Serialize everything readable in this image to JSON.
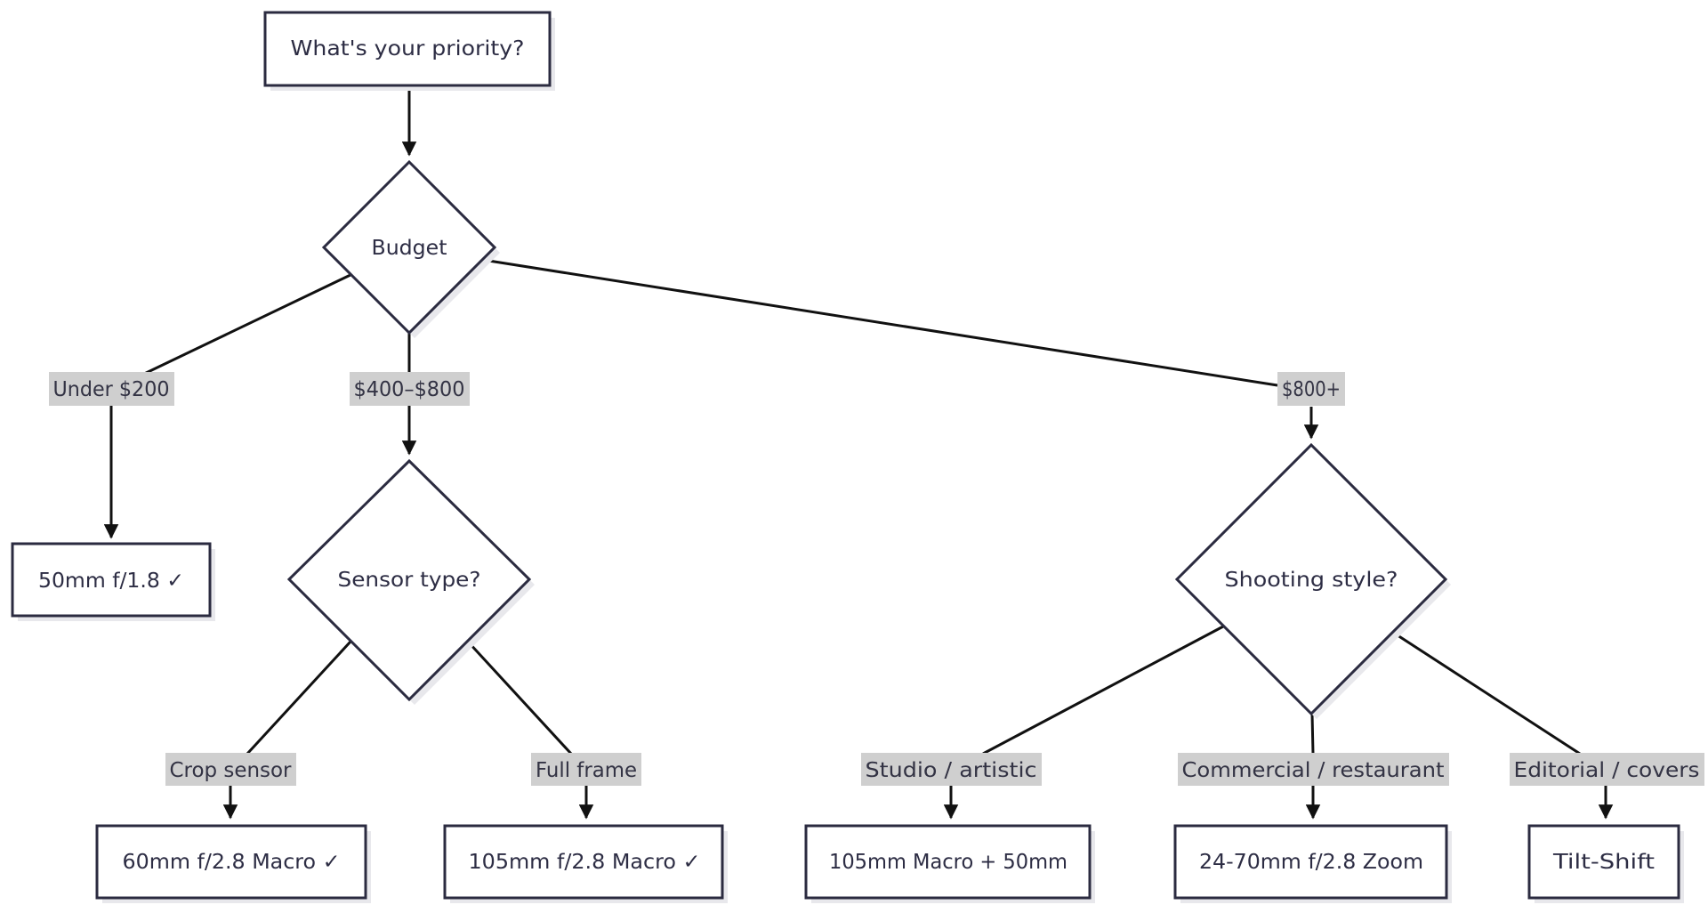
{
  "nodes": {
    "priority": "What's your priority?",
    "budget": "Budget",
    "sensor": "Sensor type?",
    "shooting": "Shooting style?",
    "lens_50": "50mm f/1.8 ✓",
    "lens_60": "60mm f/2.8 Macro ✓",
    "lens_105": "105mm f/2.8 Macro ✓",
    "lens_studio": "105mm Macro + 50mm",
    "lens_zoom": "24-70mm f/2.8 Zoom",
    "lens_tilt": "Tilt-Shift"
  },
  "edges": {
    "under_200": "Under $200",
    "mid_budget": "$400–$800",
    "high_budget": "$800+",
    "crop": "Crop sensor",
    "full": "Full frame",
    "studio": "Studio / artistic",
    "commercial": "Commercial / restaurant",
    "editorial": "Editorial / covers"
  },
  "colors": {
    "node_stroke": "#2b2b40",
    "node_fill": "#ffffff",
    "edge_stroke": "#111111",
    "label_background": "#cfcfcf"
  }
}
